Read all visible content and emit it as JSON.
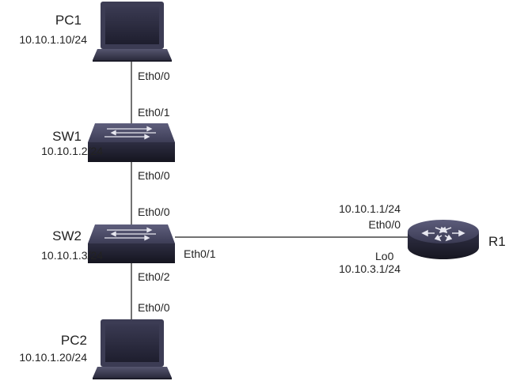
{
  "devices": {
    "pc1": {
      "name": "PC1",
      "ip": "10.10.1.10/24"
    },
    "sw1": {
      "name": "SW1",
      "ip": "10.10.1.2/24"
    },
    "sw2": {
      "name": "SW2",
      "ip": "10.10.1.3/24"
    },
    "pc2": {
      "name": "PC2",
      "ip": "10.10.1.20/24"
    },
    "r1": {
      "name": "R1"
    }
  },
  "links": {
    "pc1_sw1": {
      "a": "Eth0/0",
      "b": "Eth0/1"
    },
    "sw1_sw2": {
      "a": "Eth0/0",
      "b": "Eth0/0"
    },
    "sw2_pc2": {
      "a": "Eth0/2",
      "b": "Eth0/0"
    },
    "sw2_r1": {
      "a": "Eth0/1",
      "b_ip": "10.10.1.1/24",
      "b": "Eth0/0"
    }
  },
  "r1_loopback": {
    "name": "Lo0",
    "ip": "10.10.3.1/24"
  },
  "colors": {
    "device_dark": "#2a2a3e",
    "device_top": "#4a4a66",
    "link": "#444444"
  }
}
